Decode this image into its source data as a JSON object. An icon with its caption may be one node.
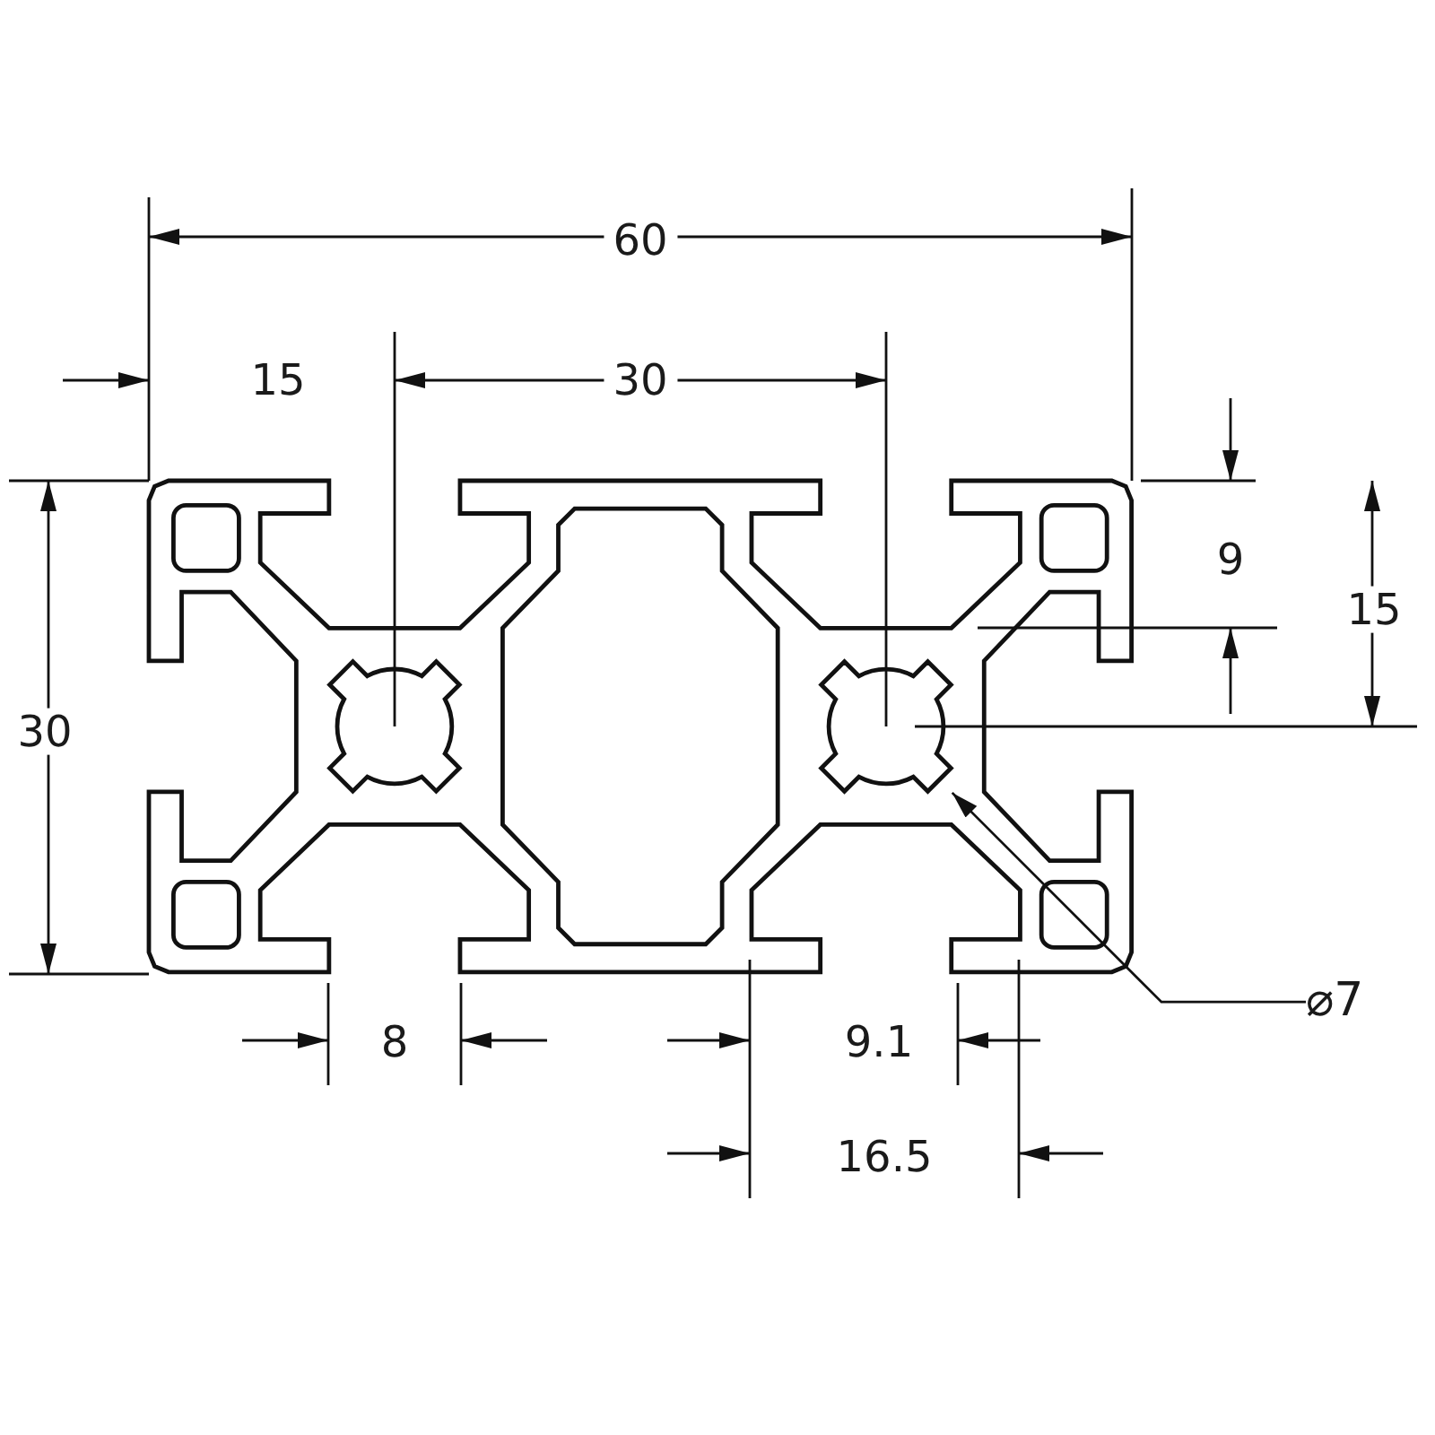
{
  "diagram": {
    "nodes": [
      {
        "text": [
          "⌀7"
        ]
      },
      {
        "text": [],
        "shape": "circle"
      }
    ],
    "edges": [
      {
        "from": 0,
        "to": 1,
        "arrow": "to"
      }
    ],
    "labels": [
      "60",
      "15",
      "30",
      "9",
      "15",
      "30",
      "8",
      "9.1",
      "16.5"
    ]
  }
}
